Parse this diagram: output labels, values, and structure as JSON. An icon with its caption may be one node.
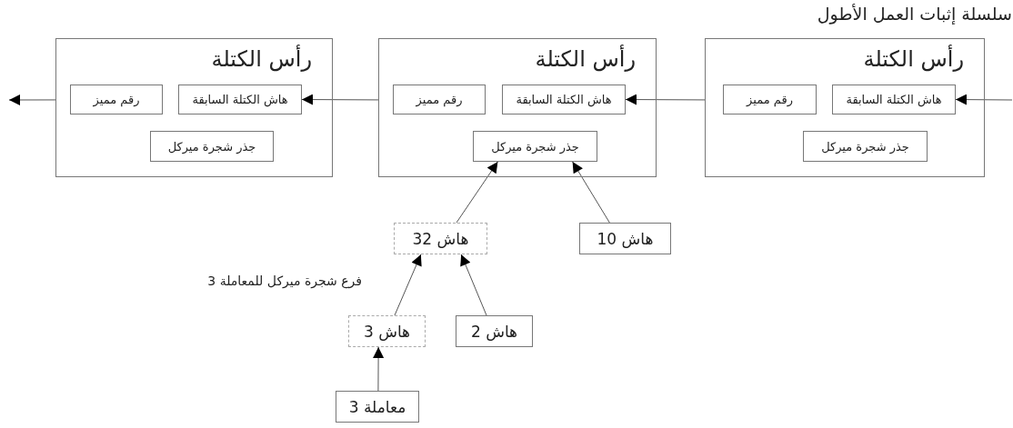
{
  "diagram": {
    "title": "سلسلة إثبات العمل الأطول",
    "nodes": [
      {
        "text": [
          "رأس الكتلة"
        ]
      },
      {
        "text": [
          "رقم مميز"
        ],
        "in": 0
      },
      {
        "text": [
          "هاش الكتلة السابقة"
        ],
        "in": 0
      },
      {
        "text": [
          "جذر شجرة ميركل"
        ],
        "in": 0
      },
      {
        "text": [
          "رأس الكتلة"
        ]
      },
      {
        "text": [
          "رقم مميز"
        ],
        "in": 4
      },
      {
        "text": [
          "هاش الكتلة السابقة"
        ],
        "in": 4
      },
      {
        "text": [
          "جذر شجرة ميركل"
        ],
        "in": 4
      },
      {
        "text": [
          "رأس الكتلة"
        ]
      },
      {
        "text": [
          "رقم مميز"
        ],
        "in": 8
      },
      {
        "text": [
          "هاش الكتلة السابقة"
        ],
        "in": 8
      },
      {
        "text": [
          "جذر شجرة ميركل"
        ],
        "in": 8
      },
      {
        "text": [
          "هاش 32"
        ]
      },
      {
        "text": [
          "هاش 10"
        ]
      },
      {
        "text": [
          "هاش 3"
        ]
      },
      {
        "text": [
          "هاش 2"
        ]
      },
      {
        "text": [
          "معاملة 3"
        ]
      }
    ],
    "edges": [
      {
        "from": null,
        "to": 10,
        "arrow": "to"
      },
      {
        "from": 8,
        "to": 6,
        "arrow": "to"
      },
      {
        "from": 4,
        "to": 2,
        "arrow": "to"
      },
      {
        "from": 0,
        "to": null,
        "arrow": "to"
      },
      {
        "from": 12,
        "to": 7,
        "arrow": "to"
      },
      {
        "from": 13,
        "to": 7,
        "arrow": "to"
      },
      {
        "from": 14,
        "to": 12,
        "arrow": "to"
      },
      {
        "from": 15,
        "to": 12,
        "arrow": "to"
      },
      {
        "from": 16,
        "to": 14,
        "arrow": "to"
      }
    ],
    "labels": [
      "فرع شجرة ميركل للمعاملة 3"
    ]
  }
}
